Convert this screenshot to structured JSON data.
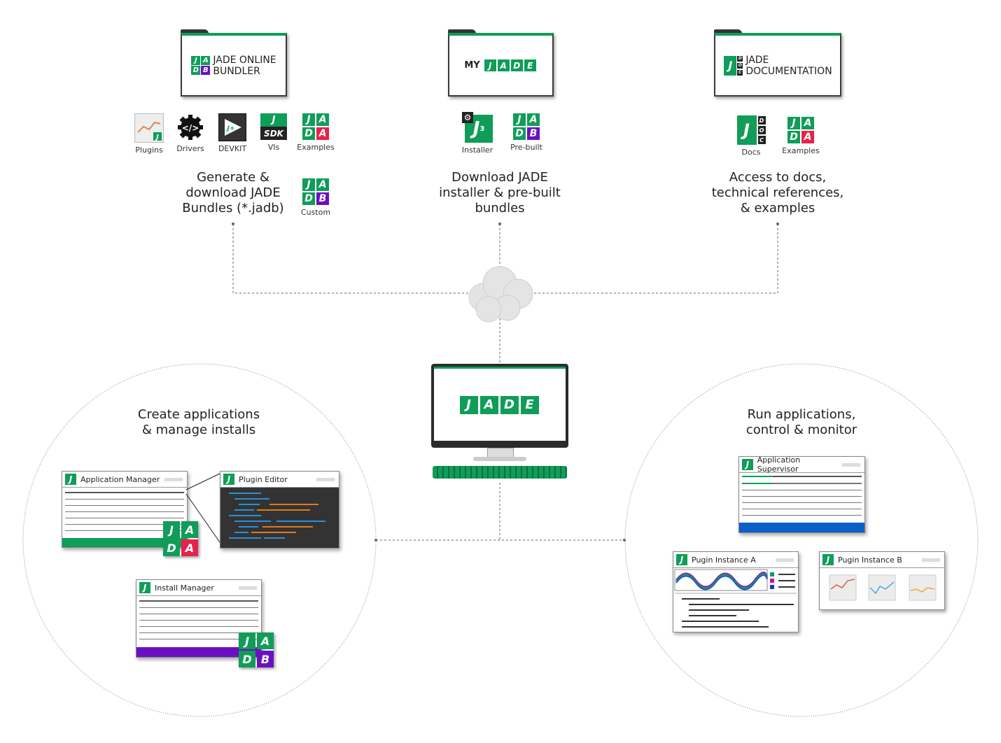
{
  "colors": {
    "jade_green": "#0f9d58",
    "accent_red": "#e5234a",
    "accent_purple": "#6a10c2",
    "supervisor_blue": "#0a5fc9"
  },
  "folders": [
    {
      "id": "bundler",
      "logo_letters": [
        "J",
        "A",
        "D",
        "B"
      ],
      "line1": "JADE ONLINE",
      "line2": "BUNDLER"
    },
    {
      "id": "myjade",
      "prefix": "MY",
      "word": [
        "J",
        "A",
        "D",
        "E"
      ]
    },
    {
      "id": "docs",
      "line1": "JADE",
      "line2": "DOCUMENTATION"
    }
  ],
  "bundler_icons": [
    {
      "label": "Plugins",
      "icon": "plugins-icon"
    },
    {
      "label": "Drivers",
      "icon": "drivers-icon"
    },
    {
      "label": "DEVKIT",
      "icon": "devkit-icon"
    },
    {
      "label": "VIs",
      "icon": "sdk-icon",
      "text_top": "J",
      "text_bottom": "SDK"
    },
    {
      "label": "Examples",
      "icon": "examples-icon",
      "letters": [
        "J",
        "A",
        "D",
        "A"
      ]
    },
    {
      "label": "Custom",
      "icon": "custom-icon",
      "letters": [
        "J",
        "A",
        "D",
        "B"
      ]
    }
  ],
  "myjade_icons": [
    {
      "label": "Installer",
      "icon": "installer-icon",
      "glyph": "J",
      "sub": "3"
    },
    {
      "label": "Pre-built",
      "icon": "prebuilt-icon",
      "letters": [
        "J",
        "A",
        "D",
        "B"
      ]
    }
  ],
  "docs_icons": [
    {
      "label": "Docs",
      "icon": "docs-icon",
      "glyph": "J",
      "side": [
        "D",
        "O",
        "C"
      ]
    },
    {
      "label": "Examples",
      "icon": "examples-icon",
      "letters": [
        "J",
        "A",
        "D",
        "A"
      ]
    }
  ],
  "captions": {
    "bundler": [
      "Generate &",
      "download JADE",
      "Bundles (*.jadb)"
    ],
    "myjade": [
      "Download JADE",
      "installer & pre-built",
      "bundles"
    ],
    "docs": [
      "Access to docs,",
      "technical references,",
      "& examples"
    ],
    "left_circle": [
      "Create applications",
      "& manage installs"
    ],
    "right_circle": [
      "Run applications,",
      "control & monitor"
    ]
  },
  "monitor": {
    "word": [
      "J",
      "A",
      "D",
      "E"
    ]
  },
  "windows": {
    "app_manager": {
      "title": "Application Manager",
      "glyph": "J"
    },
    "plugin_editor": {
      "title": "Plugin Editor",
      "glyph": "J"
    },
    "install_manager": {
      "title": "Install Manager",
      "glyph": "J"
    },
    "app_supervisor": {
      "title": "Application Supervisor",
      "glyph": "J"
    },
    "instance_a": {
      "title": "Pugin Instance A",
      "glyph": "J"
    },
    "instance_b": {
      "title": "Pugin Instance B",
      "glyph": "J"
    }
  },
  "badges": {
    "app_manager": [
      "J",
      "A",
      "D",
      "A"
    ],
    "install_manager": [
      "J",
      "A",
      "D",
      "B"
    ]
  }
}
